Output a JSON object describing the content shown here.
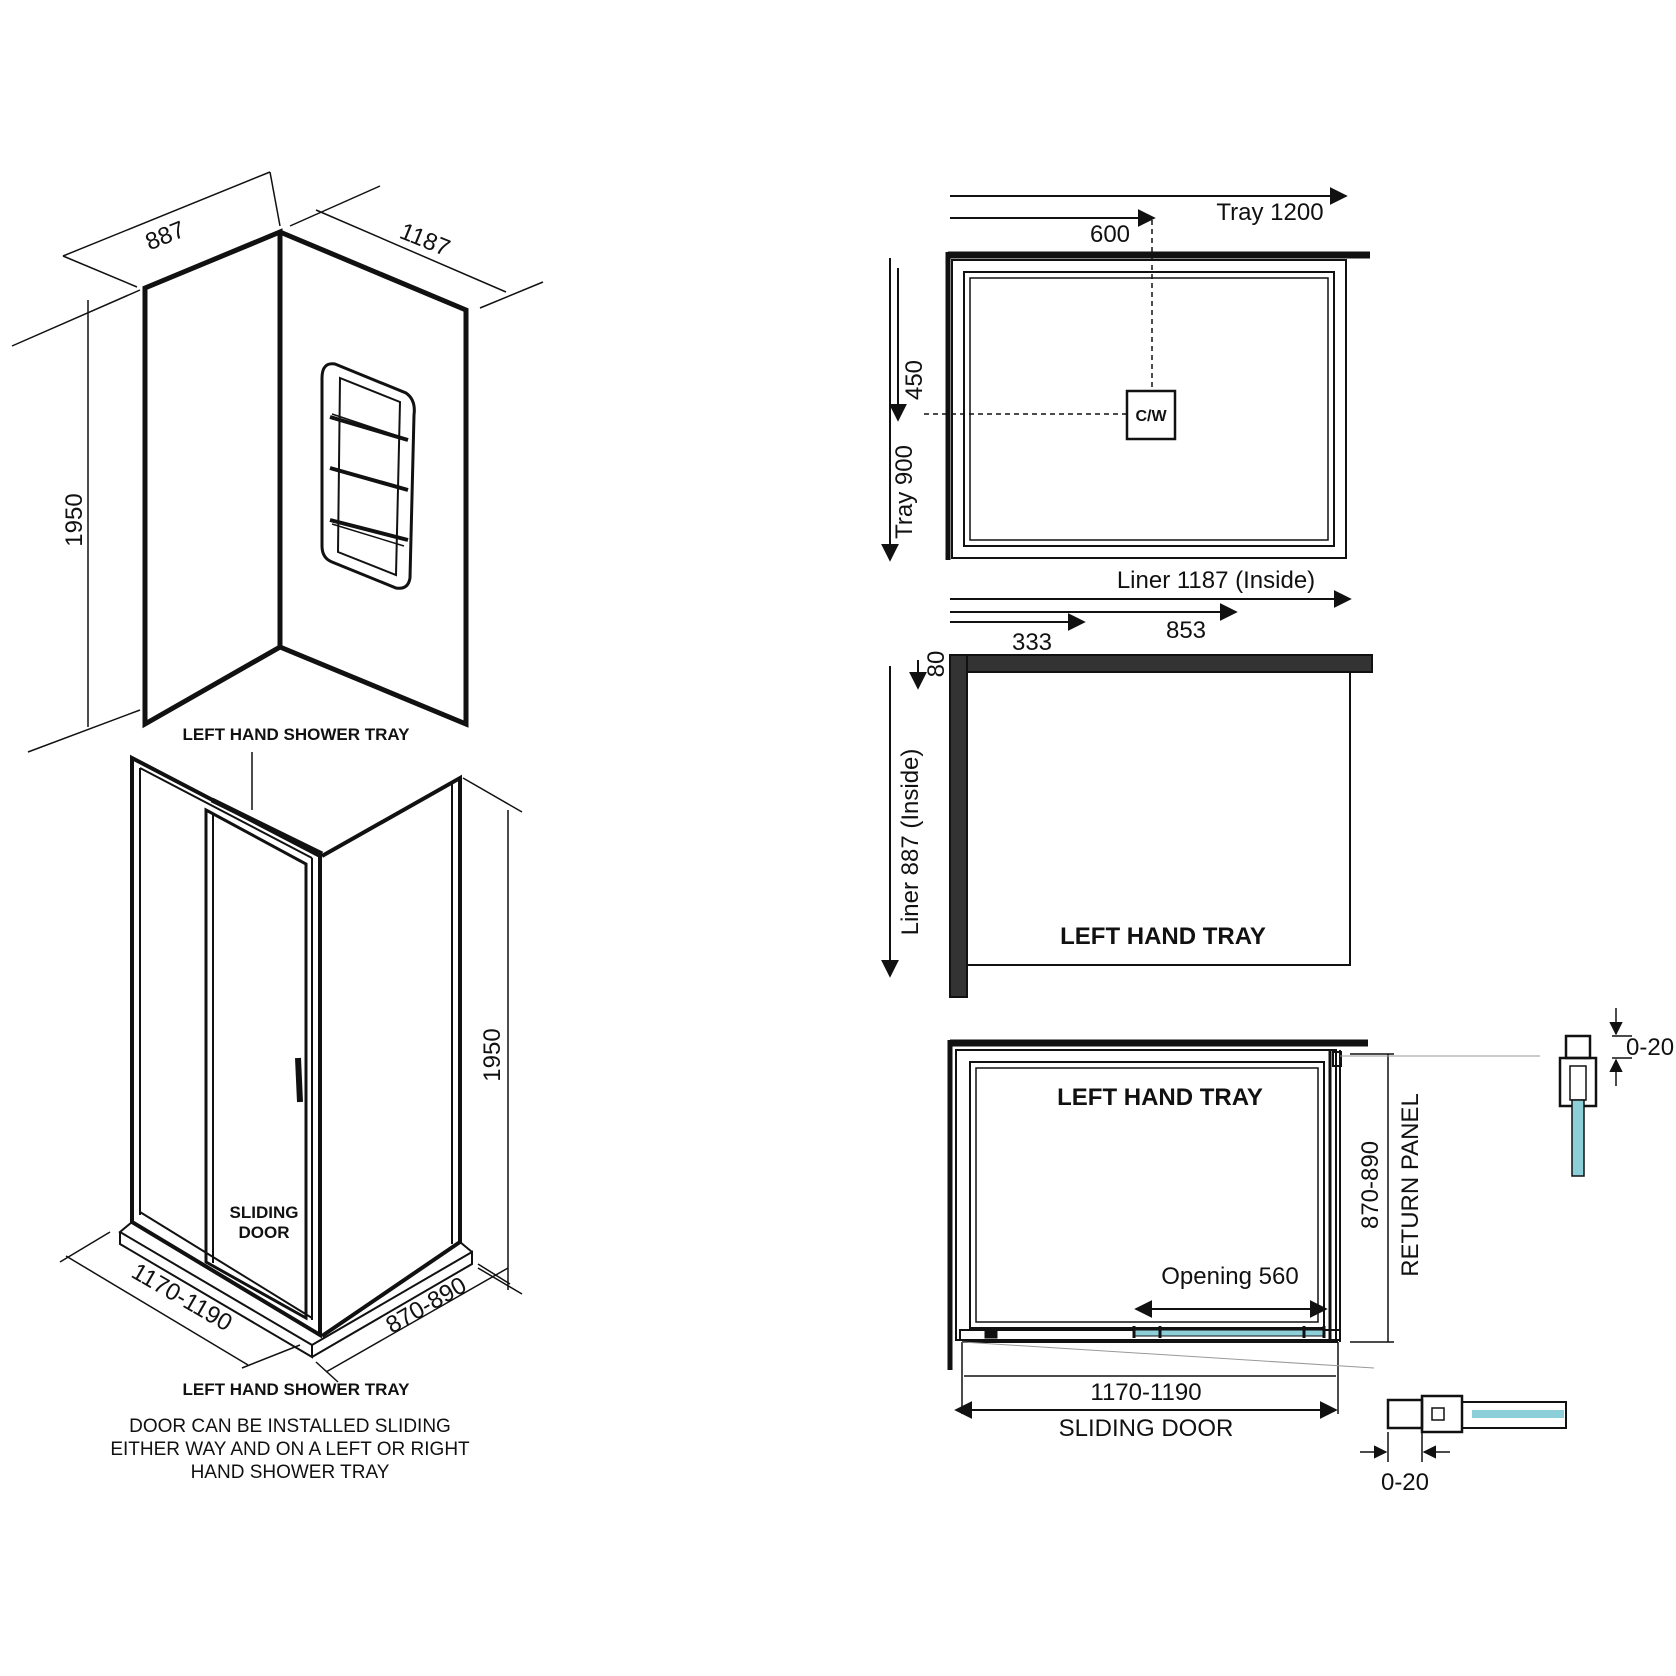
{
  "liner_iso": {
    "dims": {
      "left_depth": "887",
      "right_width": "1187",
      "height": "1950"
    },
    "caption": "LEFT HAND SHOWER TRAY"
  },
  "enclosure_iso": {
    "dims": {
      "height": "1950",
      "front_width": "1170-1190",
      "side_depth": "870-890"
    },
    "door_label": [
      "SLIDING",
      "DOOR"
    ],
    "caption": "LEFT HAND SHOWER TRAY",
    "note": [
      "DOOR CAN BE INSTALLED SLIDING",
      "EITHER WAY AND ON A LEFT OR RIGHT",
      "HAND SHOWER TRAY"
    ]
  },
  "tray_plan": {
    "width_label": "Tray 1200",
    "waste_offset_x": "600",
    "waste_offset_y": "450",
    "depth_label": "Tray 900",
    "waste_label": "C/W"
  },
  "liner_plan": {
    "width_label": "Liner 1187 (Inside)",
    "offset_a": "333",
    "offset_b": "853",
    "top_offset": "80",
    "depth_label": "Liner 887 (Inside)",
    "label": "LEFT HAND TRAY"
  },
  "enclosure_plan": {
    "label": "LEFT HAND TRAY",
    "opening": "Opening 560",
    "side_range": "870-890",
    "return_panel": "RETURN PANEL",
    "front_range": "1170-1190",
    "door_label": "SLIDING DOOR",
    "adjust_right": "0-20",
    "adjust_bottom": "0-20"
  },
  "colors": {
    "line": "#111111",
    "glass": "#8ccfd9"
  }
}
